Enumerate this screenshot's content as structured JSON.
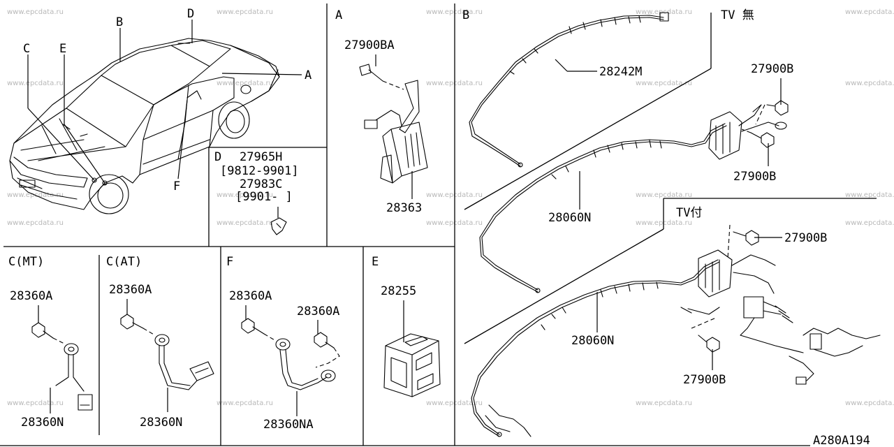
{
  "watermark": "www.epcdata.ru",
  "diagram_code": "A280A194",
  "panels": {
    "car": {
      "callouts": [
        "A",
        "B",
        "C",
        "D",
        "E",
        "F"
      ]
    },
    "A": {
      "title": "A",
      "parts": [
        "27900BA",
        "28363"
      ]
    },
    "D": {
      "title": "D",
      "line1": "27965H",
      "line2": "[9812-9901]",
      "line3": "27983C",
      "line4": "[9901-   ]"
    },
    "B": {
      "title": "B",
      "no_tv": "TV 無",
      "with_tv": "TV付",
      "parts": [
        "28242M",
        "27900B",
        "27900B",
        "28060N",
        "27900B",
        "28060N",
        "27900B"
      ]
    },
    "C_MT": {
      "title": "C(MT)",
      "parts": [
        "28360A",
        "28360N"
      ]
    },
    "C_AT": {
      "title": "C(AT)",
      "parts": [
        "28360A",
        "28360N"
      ]
    },
    "F": {
      "title": "F",
      "parts": [
        "28360A",
        "28360A",
        "28360NA"
      ]
    },
    "E": {
      "title": "E",
      "parts": [
        "28255"
      ]
    }
  }
}
